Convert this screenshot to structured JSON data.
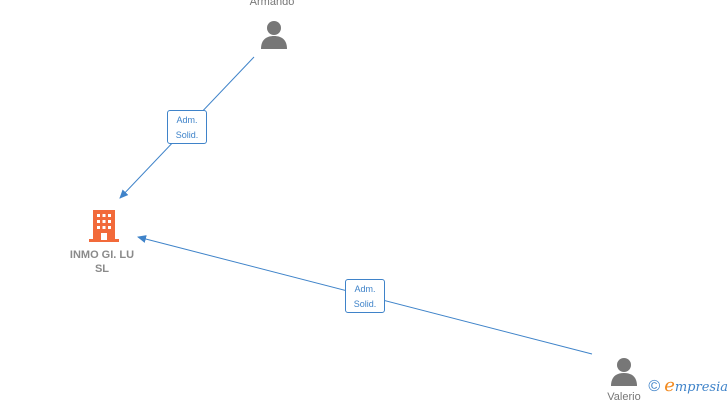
{
  "nodes": {
    "person_top": {
      "name": "Armando"
    },
    "person_bottom": {
      "name": "Valerio"
    },
    "company": {
      "name_line1": "INMO GI. LU",
      "name_line2": "SL"
    }
  },
  "edges": [
    {
      "from": "Armando",
      "to": "INMO GI. LU SL",
      "label_line1": "Adm.",
      "label_line2": "Solid."
    },
    {
      "from": "Valerio",
      "to": "INMO GI. LU SL",
      "label_line1": "Adm.",
      "label_line2": "Solid."
    }
  ],
  "watermark": {
    "symbol": "©",
    "brand_initial": "e",
    "brand_rest": "mpresia"
  },
  "colors": {
    "edge": "#3f83c9",
    "company_icon": "#f26a3a",
    "person_icon": "#777777",
    "brand_orange": "#f28a1f"
  },
  "icons": {
    "person": "person-icon",
    "company": "building-icon"
  }
}
